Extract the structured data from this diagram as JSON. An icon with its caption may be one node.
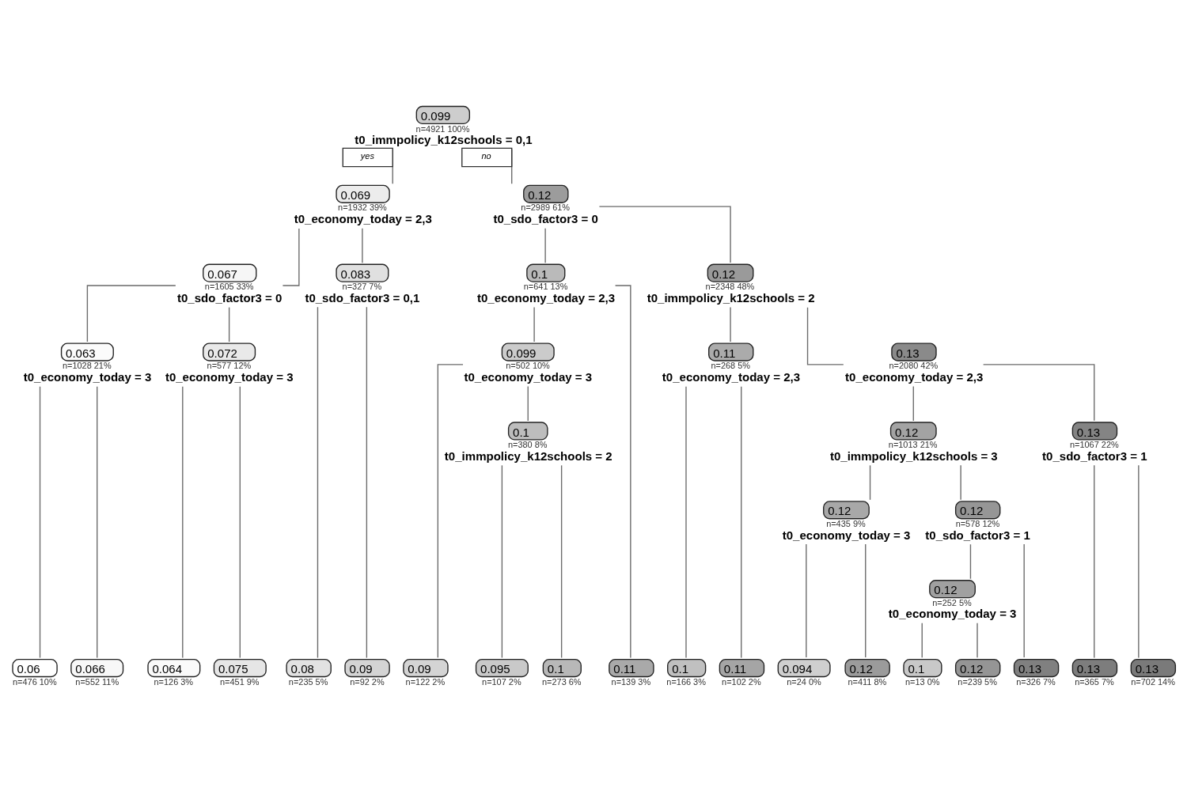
{
  "diagram": {
    "nodes": [
      {
        "text": [
          "0.099"
        ],
        "beside": [
          "n=4921 100%",
          "t0_immpolicy_k12schools = 0,1"
        ]
      },
      {
        "text": [
          "0.069"
        ],
        "beside": [
          "n=1932 39%",
          "t0_economy_today = 2,3"
        ]
      },
      {
        "text": [
          "0.12"
        ],
        "beside": [
          "n=2989 61%",
          "t0_sdo_factor3 = 0"
        ]
      },
      {
        "text": [
          "0.067"
        ],
        "beside": [
          "n=1605 33%",
          "t0_sdo_factor3 = 0"
        ]
      },
      {
        "text": [
          "0.083"
        ],
        "beside": [
          "n=327 7%",
          "t0_sdo_factor3 = 0,1"
        ]
      },
      {
        "text": [
          "0.1"
        ],
        "beside": [
          "n=641 13%",
          "t0_economy_today = 2,3"
        ]
      },
      {
        "text": [
          "0.12"
        ],
        "beside": [
          "n=2348 48%",
          "t0_immpolicy_k12schools = 2"
        ]
      },
      {
        "text": [
          "0.063"
        ],
        "beside": [
          "n=1028 21%",
          "t0_economy_today = 3"
        ]
      },
      {
        "text": [
          "0.072"
        ],
        "beside": [
          "n=577 12%",
          "t0_economy_today = 3"
        ]
      },
      {
        "text": [
          "0.099"
        ],
        "beside": [
          "n=502 10%",
          "t0_economy_today = 3"
        ]
      },
      {
        "text": [
          "0.11"
        ],
        "beside": [
          "n=268 5%",
          "t0_economy_today = 2,3"
        ]
      },
      {
        "text": [
          "0.13"
        ],
        "beside": [
          "n=2080 42%",
          "t0_economy_today = 2,3"
        ]
      },
      {
        "text": [
          "0.1"
        ],
        "beside": [
          "n=380 8%",
          "t0_immpolicy_k12schools = 2"
        ]
      },
      {
        "text": [
          "0.12"
        ],
        "beside": [
          "n=1013 21%",
          "t0_immpolicy_k12schools = 3"
        ]
      },
      {
        "text": [
          "0.13"
        ],
        "beside": [
          "n=1067 22%",
          "t0_sdo_factor3 = 1"
        ]
      },
      {
        "text": [
          "0.12"
        ],
        "beside": [
          "n=435 9%",
          "t0_economy_today = 3"
        ]
      },
      {
        "text": [
          "0.12"
        ],
        "beside": [
          "n=578 12%",
          "t0_sdo_factor3 = 1"
        ]
      },
      {
        "text": [
          "0.12"
        ],
        "beside": [
          "n=252 5%",
          "t0_economy_today = 3"
        ]
      },
      {
        "text": [
          "0.06"
        ],
        "beside": [
          "n=476 10%"
        ]
      },
      {
        "text": [
          "0.066"
        ],
        "beside": [
          "n=552 11%"
        ]
      },
      {
        "text": [
          "0.064"
        ],
        "beside": [
          "n=126 3%"
        ]
      },
      {
        "text": [
          "0.075"
        ],
        "beside": [
          "n=451 9%"
        ]
      },
      {
        "text": [
          "0.08"
        ],
        "beside": [
          "n=235 5%"
        ]
      },
      {
        "text": [
          "0.09"
        ],
        "beside": [
          "n=92 2%"
        ]
      },
      {
        "text": [
          "0.09"
        ],
        "beside": [
          "n=122 2%"
        ]
      },
      {
        "text": [
          "0.095"
        ],
        "beside": [
          "n=107 2%"
        ]
      },
      {
        "text": [
          "0.1"
        ],
        "beside": [
          "n=273 6%"
        ]
      },
      {
        "text": [
          "0.11"
        ],
        "beside": [
          "n=139 3%"
        ]
      },
      {
        "text": [
          "0.1"
        ],
        "beside": [
          "n=166 3%"
        ]
      },
      {
        "text": [
          "0.11"
        ],
        "beside": [
          "n=102 2%"
        ]
      },
      {
        "text": [
          "0.094"
        ],
        "beside": [
          "n=24 0%"
        ]
      },
      {
        "text": [
          "0.12"
        ],
        "beside": [
          "n=411 8%"
        ]
      },
      {
        "text": [
          "0.1"
        ],
        "beside": [
          "n=13 0%"
        ]
      },
      {
        "text": [
          "0.12"
        ],
        "beside": [
          "n=239 5%"
        ]
      },
      {
        "text": [
          "0.13"
        ],
        "beside": [
          "n=326 7%"
        ]
      },
      {
        "text": [
          "0.13"
        ],
        "beside": [
          "n=365 7%"
        ]
      },
      {
        "text": [
          "0.13"
        ],
        "beside": [
          "n=702 14%"
        ]
      }
    ],
    "edges": [
      {
        "from": 0,
        "to": 1,
        "arrow": "none",
        "label": "yes"
      },
      {
        "from": 0,
        "to": 2,
        "arrow": "none",
        "label": "no"
      },
      {
        "from": 1,
        "to": 3,
        "arrow": "none"
      },
      {
        "from": 1,
        "to": 4,
        "arrow": "none"
      },
      {
        "from": 2,
        "to": 5,
        "arrow": "none"
      },
      {
        "from": 2,
        "to": 6,
        "arrow": "none"
      },
      {
        "from": 3,
        "to": 7,
        "arrow": "none"
      },
      {
        "from": 3,
        "to": 8,
        "arrow": "none"
      },
      {
        "from": 4,
        "to": 22,
        "arrow": "none"
      },
      {
        "from": 4,
        "to": 23,
        "arrow": "none"
      },
      {
        "from": 5,
        "to": 9,
        "arrow": "none"
      },
      {
        "from": 5,
        "to": 27,
        "arrow": "none"
      },
      {
        "from": 6,
        "to": 10,
        "arrow": "none"
      },
      {
        "from": 6,
        "to": 11,
        "arrow": "none"
      },
      {
        "from": 7,
        "to": 18,
        "arrow": "none"
      },
      {
        "from": 7,
        "to": 19,
        "arrow": "none"
      },
      {
        "from": 8,
        "to": 20,
        "arrow": "none"
      },
      {
        "from": 8,
        "to": 21,
        "arrow": "none"
      },
      {
        "from": 9,
        "to": 24,
        "arrow": "none"
      },
      {
        "from": 9,
        "to": 12,
        "arrow": "none"
      },
      {
        "from": 10,
        "to": 28,
        "arrow": "none"
      },
      {
        "from": 10,
        "to": 29,
        "arrow": "none"
      },
      {
        "from": 11,
        "to": 13,
        "arrow": "none"
      },
      {
        "from": 11,
        "to": 14,
        "arrow": "none"
      },
      {
        "from": 12,
        "to": 25,
        "arrow": "none"
      },
      {
        "from": 12,
        "to": 26,
        "arrow": "none"
      },
      {
        "from": 13,
        "to": 15,
        "arrow": "none"
      },
      {
        "from": 13,
        "to": 16,
        "arrow": "none"
      },
      {
        "from": 14,
        "to": 35,
        "arrow": "none"
      },
      {
        "from": 14,
        "to": 36,
        "arrow": "none"
      },
      {
        "from": 15,
        "to": 30,
        "arrow": "none"
      },
      {
        "from": 15,
        "to": 31,
        "arrow": "none"
      },
      {
        "from": 16,
        "to": 17,
        "arrow": "none"
      },
      {
        "from": 16,
        "to": 34,
        "arrow": "none"
      },
      {
        "from": 17,
        "to": 32,
        "arrow": "none"
      },
      {
        "from": 17,
        "to": 33,
        "arrow": "none"
      }
    ]
  }
}
